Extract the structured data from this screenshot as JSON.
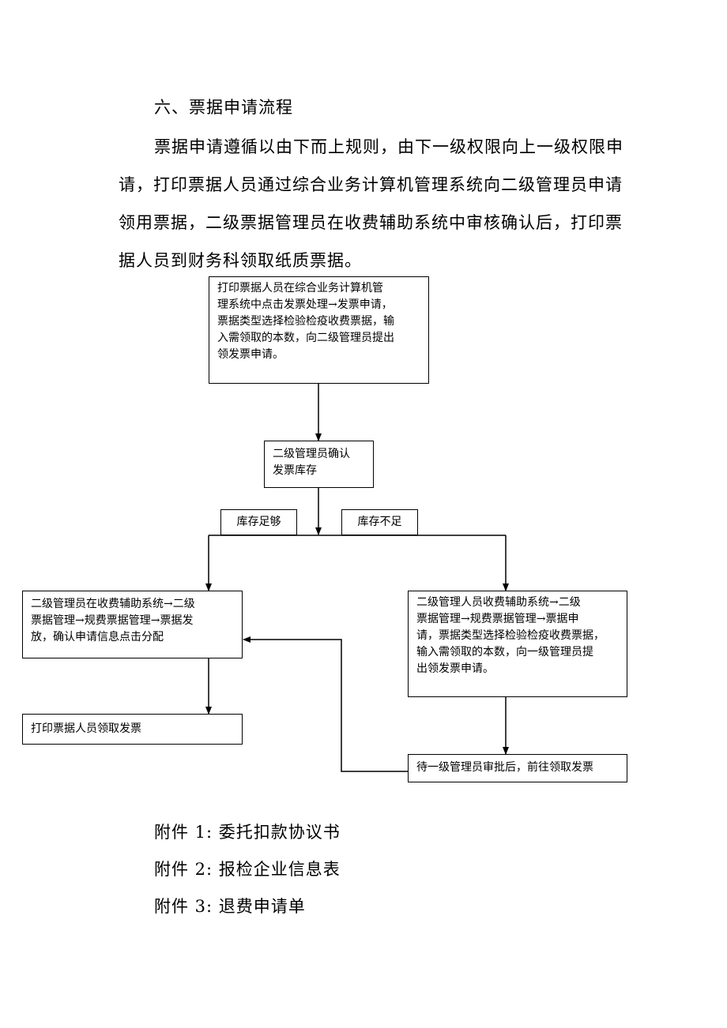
{
  "section": {
    "heading": "六、票据申请流程",
    "paragraph_lines": [
      "票据申请遵循以由下而上规则，由下一级权限向上一级权限申",
      "请，打印票据人员通过综合业务计算机管理系统向二级管理员申请",
      "领用票据，二级票据管理员在收费辅助系统中审核确认后，打印票",
      "据人员到财务科领取纸质票据。"
    ]
  },
  "flowchart": {
    "step_apply": {
      "lines": [
        "打印票据人员在综合业务计算机管",
        "理系统中点击发票处理→发票申请，",
        "票据类型选择检验检疫收费票据，输",
        "入需领取的本数，向二级管理员提出",
        "领发票申请。"
      ]
    },
    "step_confirm": {
      "lines": [
        "二级管理员确认",
        "发票库存"
      ]
    },
    "label_enough": "库存足够",
    "label_insufficient": "库存不足",
    "step_distribute": {
      "lines": [
        "二级管理员在收费辅助系统→二级",
        "票据管理→规费票据管理→票据发",
        "放，确认申请信息点击分配"
      ]
    },
    "step_request_upper": {
      "lines": [
        "二级管理人员收费辅助系统→二级",
        "票据管理→规费票据管理→票据申",
        "请，票据类型选择检验检疫收费票据，",
        "输入需领取的本数，向一级管理员提",
        "出领发票申请。"
      ]
    },
    "step_collect": "打印票据人员领取发票",
    "step_wait": "待一级管理员审批后，前往领取发票"
  },
  "attachments": [
    "附件 1:  委托扣款协议书",
    "附件 2:  报检企业信息表",
    "附件 3:  退费申请单"
  ]
}
